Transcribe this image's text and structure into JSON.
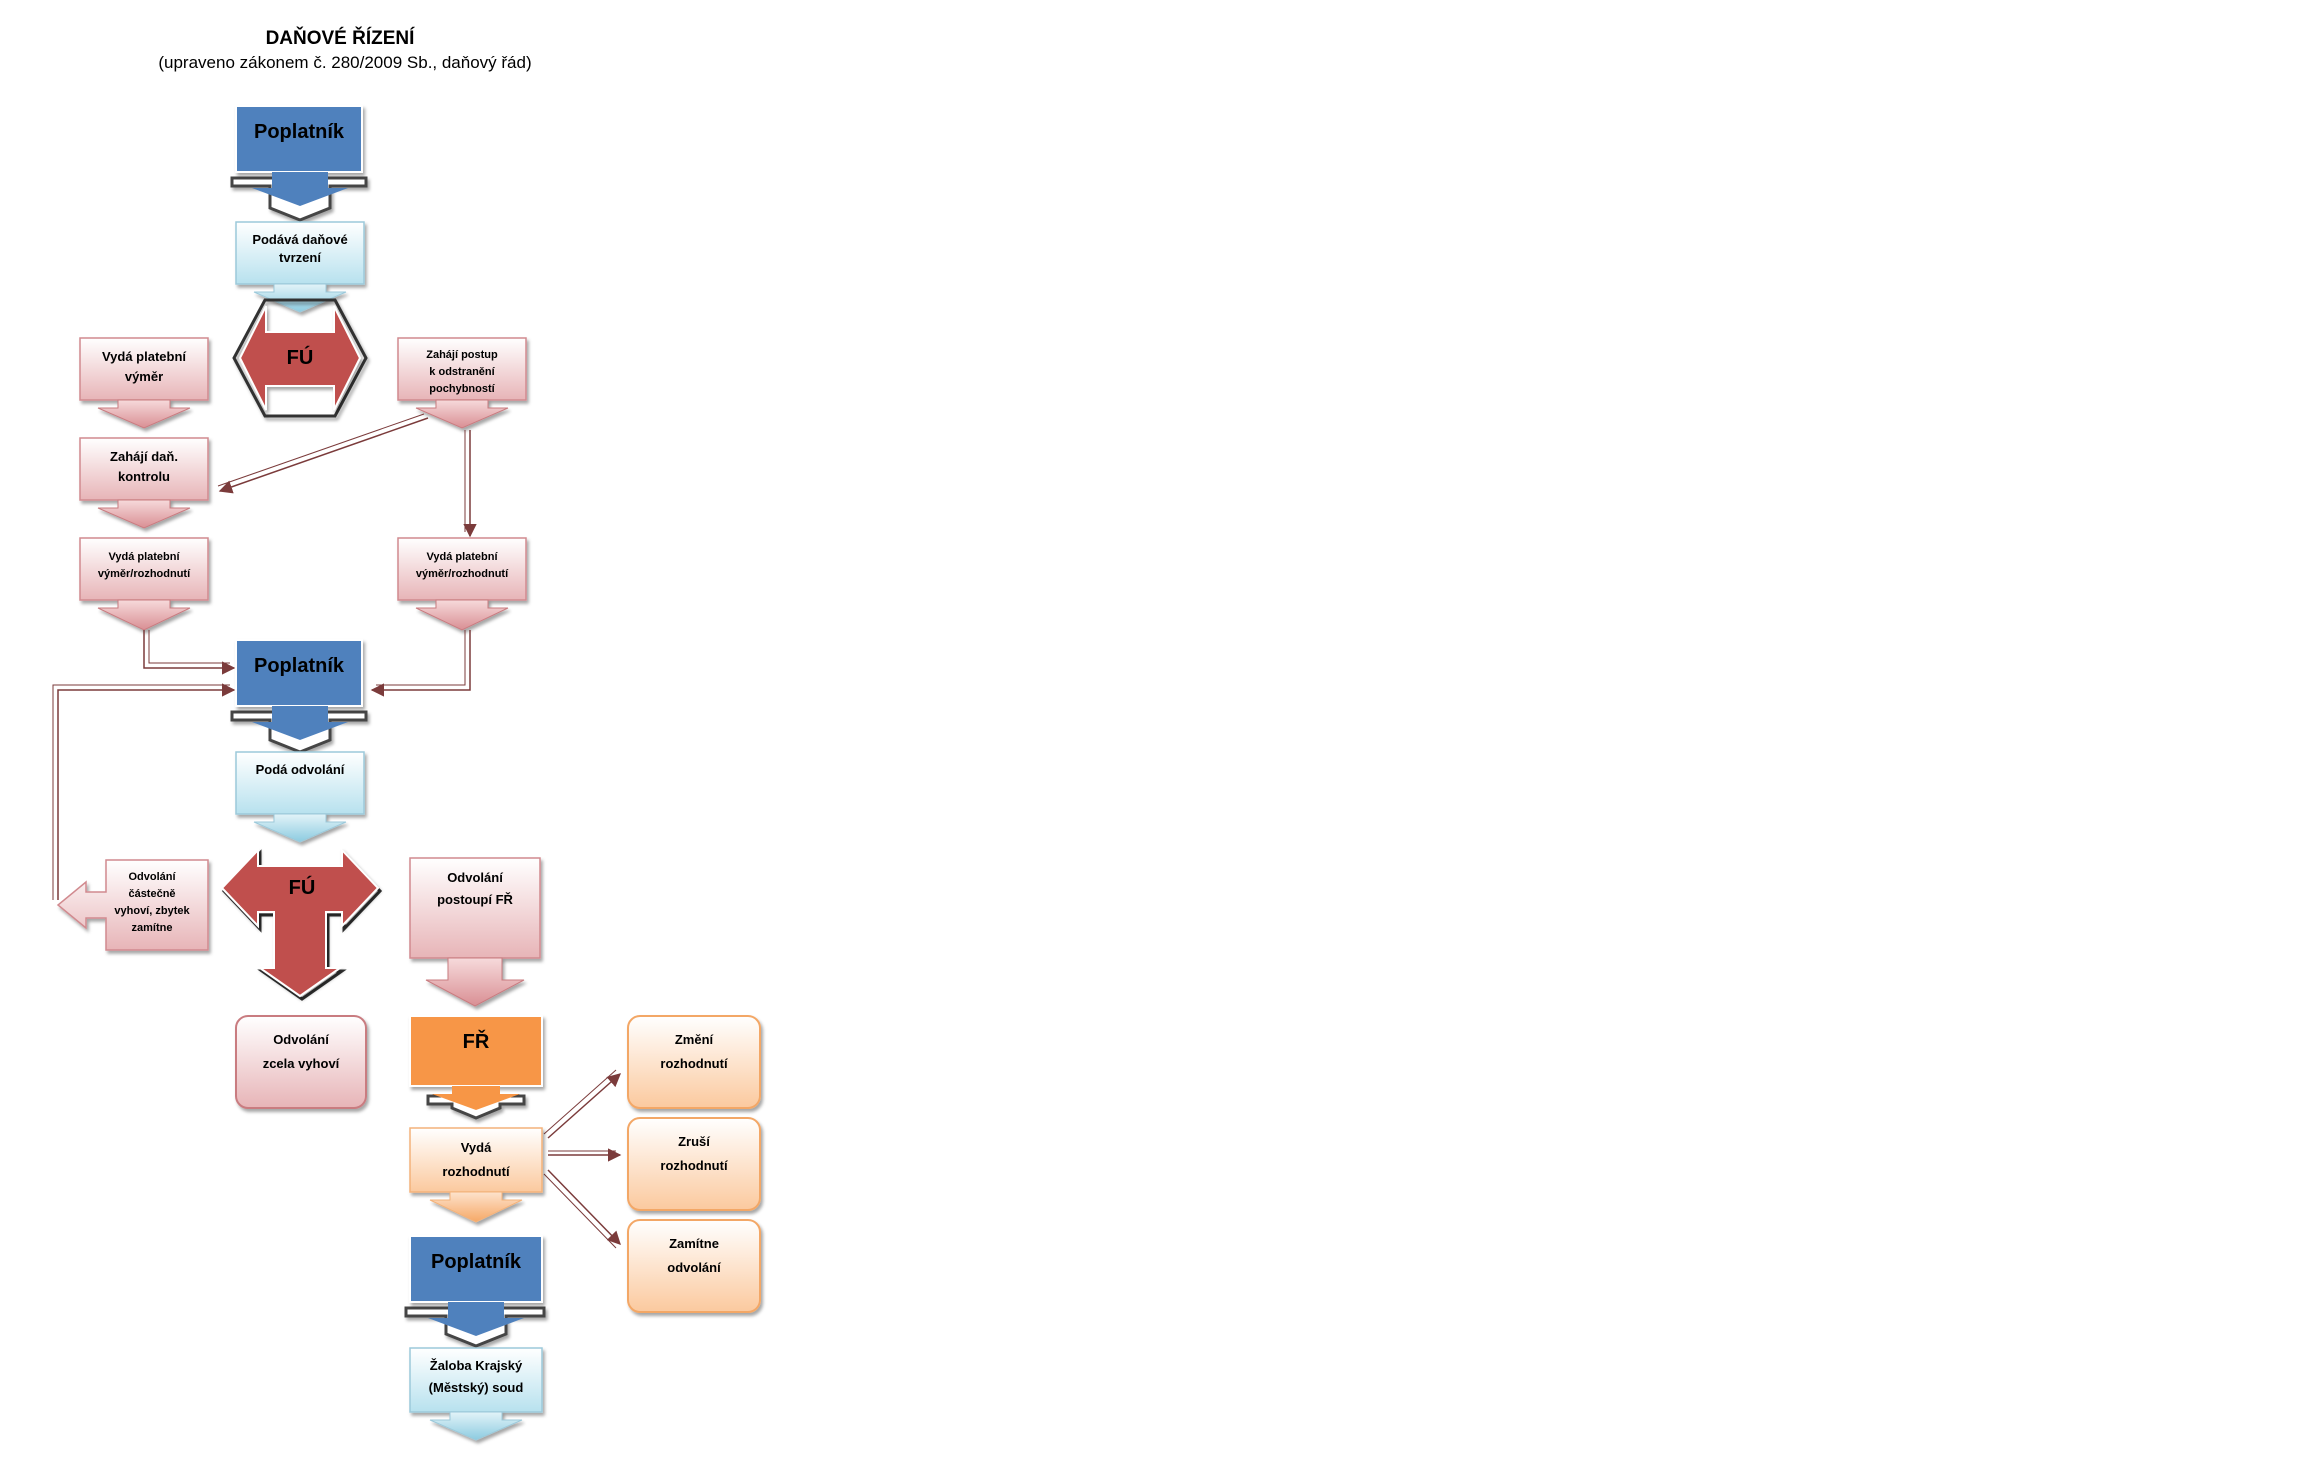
{
  "title": "DAŇOVÉ ŘÍZENÍ",
  "subtitle": "(upraveno zákonem č. 280/2009 Sb., daňový řád)",
  "nodes": {
    "poplatnik_1": "Poplatník",
    "podava_1": "Podává daňové",
    "podava_2": "tvrzení",
    "fu_1": "FÚ",
    "vyda_vymer_1": "Vydá platební",
    "vyda_vymer_2": "výměr",
    "zahaji_postup_1": "Zahájí postup",
    "zahaji_postup_2": "k odstranění",
    "zahaji_postup_3": "pochybností",
    "kontrola_1": "Zahájí daň.",
    "kontrola_2": "kontrolu",
    "vymer_left_1": "Vydá platební",
    "vymer_left_2": "výměr/rozhodnutí",
    "vymer_right_1": "Vydá platební",
    "vymer_right_2": "výměr/rozhodnutí",
    "poplatnik_2": "Poplatník",
    "odvolani": "Podá odvolání",
    "fu_2": "FÚ",
    "castecne_1": "Odvolání",
    "castecne_2": "částečně",
    "castecne_3": "vyhoví, zbytek",
    "castecne_4": "zamítne",
    "postoupi_1": "Odvolání",
    "postoupi_2": "postoupí FŘ",
    "zcela_1": "Odvolání",
    "zcela_2": "zcela vyhoví",
    "fr": "FŘ",
    "rozhodnuti_1": "Vydá",
    "rozhodnuti_2": "rozhodnutí",
    "zmeni_1": "Změní",
    "zmeni_2": "rozhodnutí",
    "zrusi_1": "Zruší",
    "zrusi_2": "rozhodnutí",
    "zamitne_1": "Zamítne",
    "zamitne_2": "odvolání",
    "poplatnik_3": "Poplatník",
    "zaloba_1": "Žaloba Krajský",
    "zaloba_2": "(Městský) soud"
  },
  "colors": {
    "blue": "#4f81bd",
    "red": "#c0504d",
    "orange": "#f79646",
    "connector": "#7b3b3b"
  }
}
